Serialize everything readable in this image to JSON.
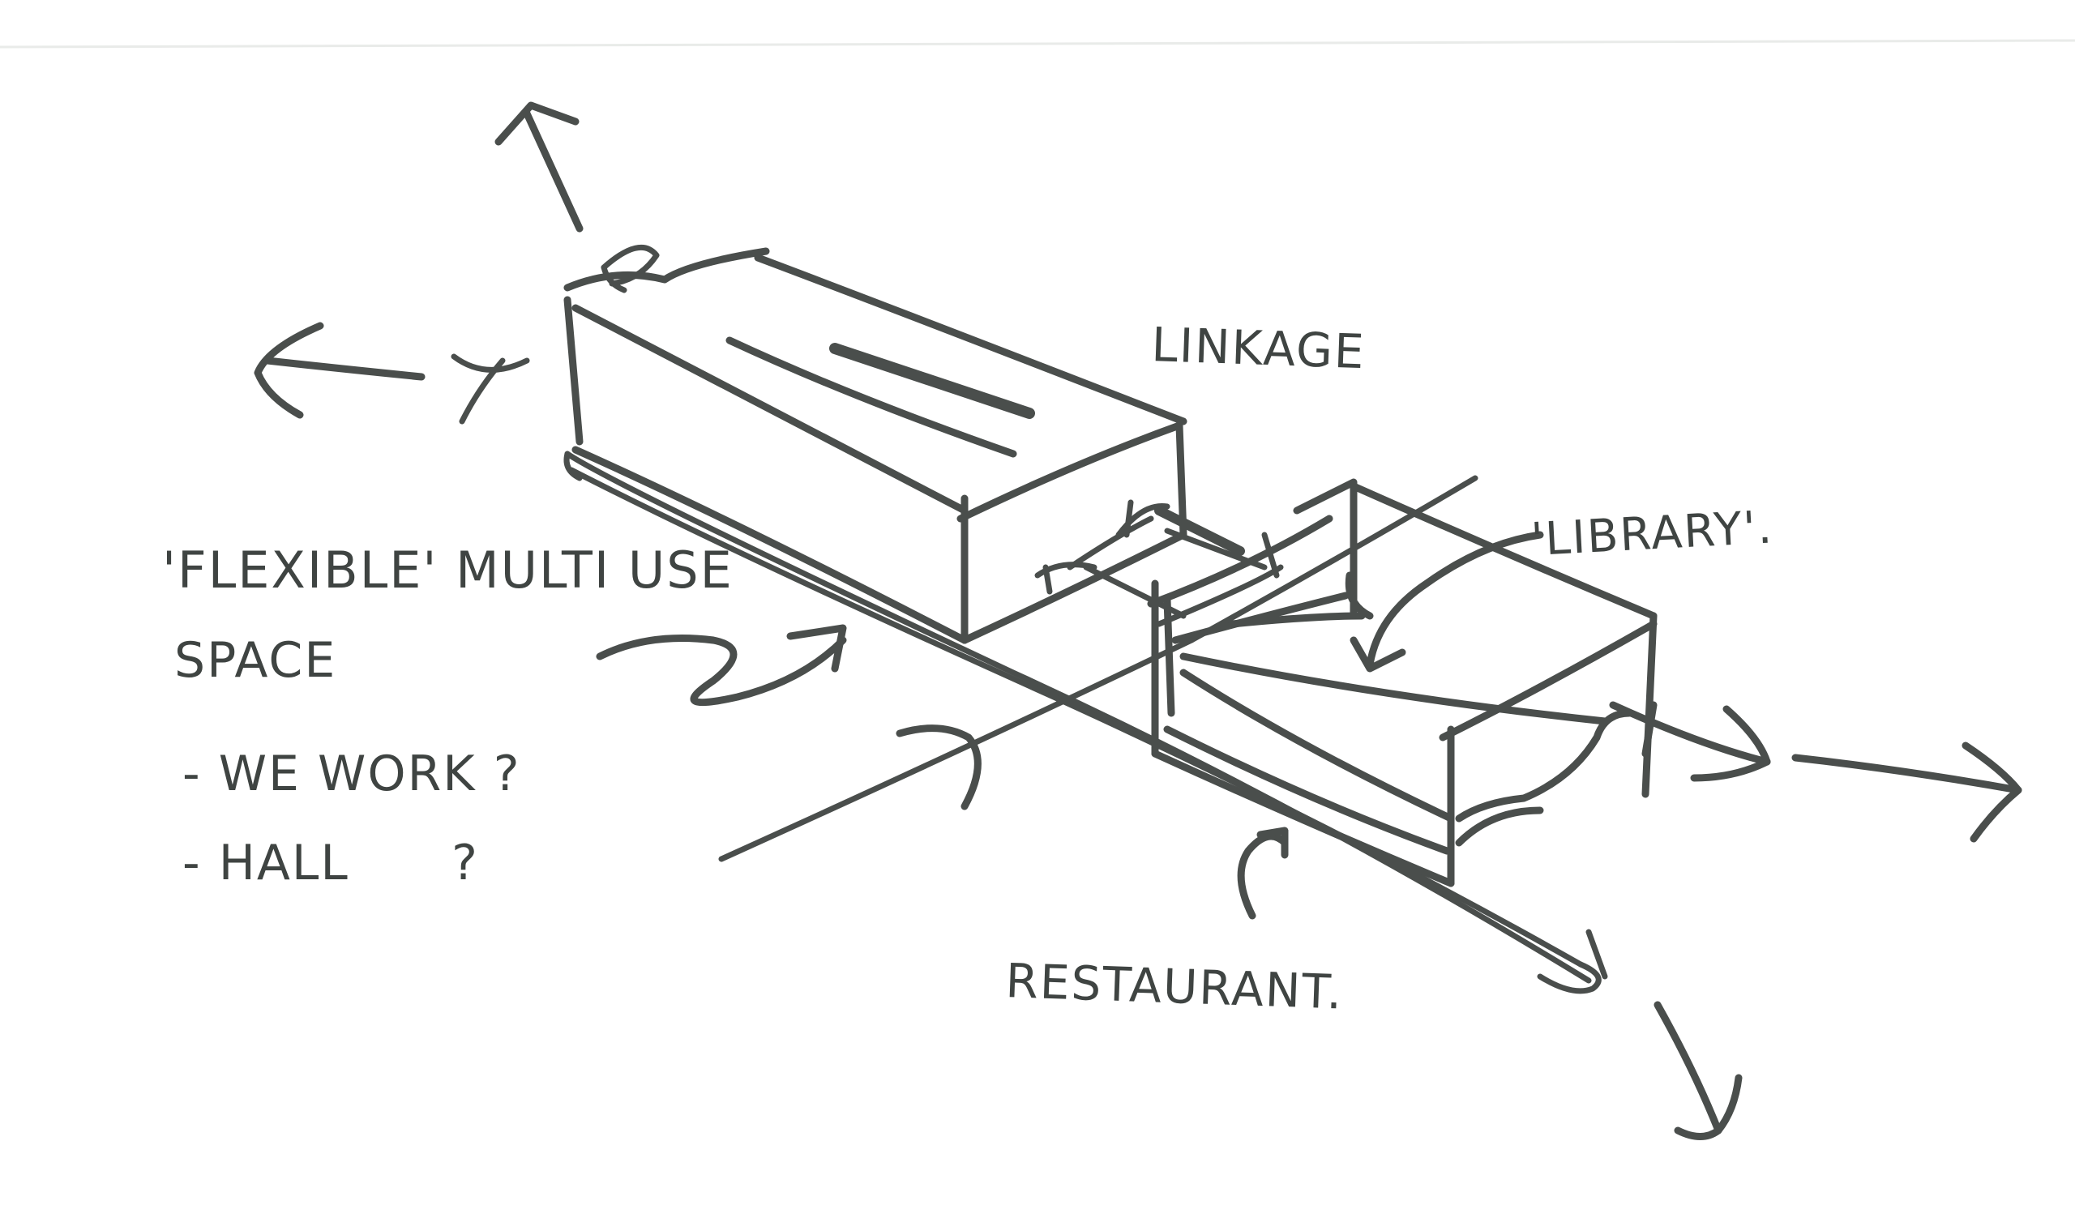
{
  "labels": {
    "linkage": "LINKAGE",
    "library": "'LIBRARY'.",
    "flexible_line1": "'FLEXIBLE' MULTI USE",
    "flexible_line2": "SPACE",
    "option_1": "- WE WORK ?",
    "option_2": "- HALL      ?",
    "restaurant": "RESTAURANT."
  },
  "colors": {
    "paper": "#ffffff",
    "ink": "#4a4e4c"
  }
}
